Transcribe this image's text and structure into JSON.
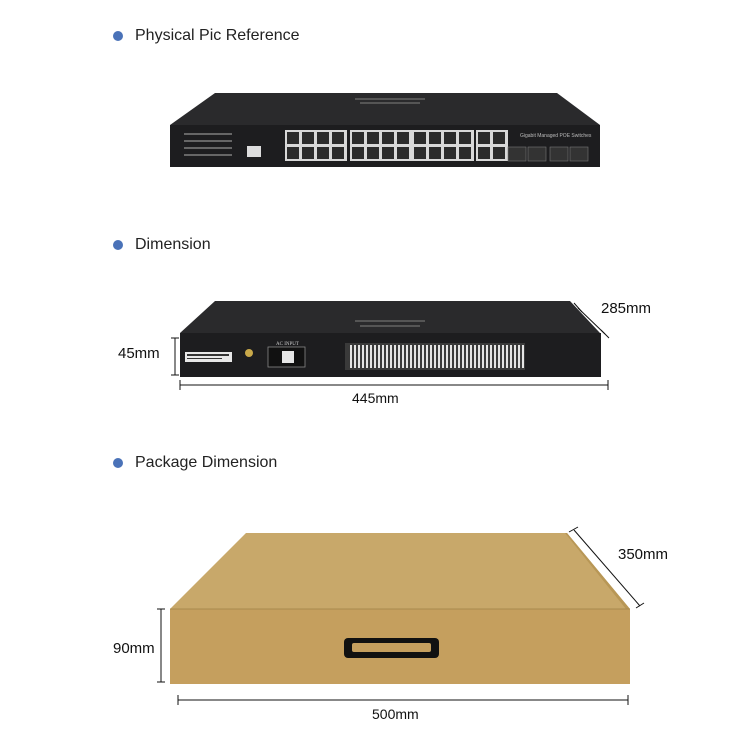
{
  "sections": {
    "physical": {
      "title": "Physical Pic Reference"
    },
    "dimension": {
      "title": "Dimension"
    },
    "package": {
      "title": "Package Dimension"
    }
  },
  "switch_front": {
    "brand_label": "Gigabit Managed POE Switches"
  },
  "switch_back": {
    "ac_input_label": "AC INPUT"
  },
  "dimensions": {
    "switch": {
      "depth": "285mm",
      "height": "45mm",
      "width": "445mm"
    },
    "package": {
      "depth": "350mm",
      "height": "90mm",
      "width": "500mm"
    }
  },
  "colors": {
    "bullet": "#4a72b8",
    "switch_body": "#1d1d1f",
    "box": "#c8a86a"
  }
}
